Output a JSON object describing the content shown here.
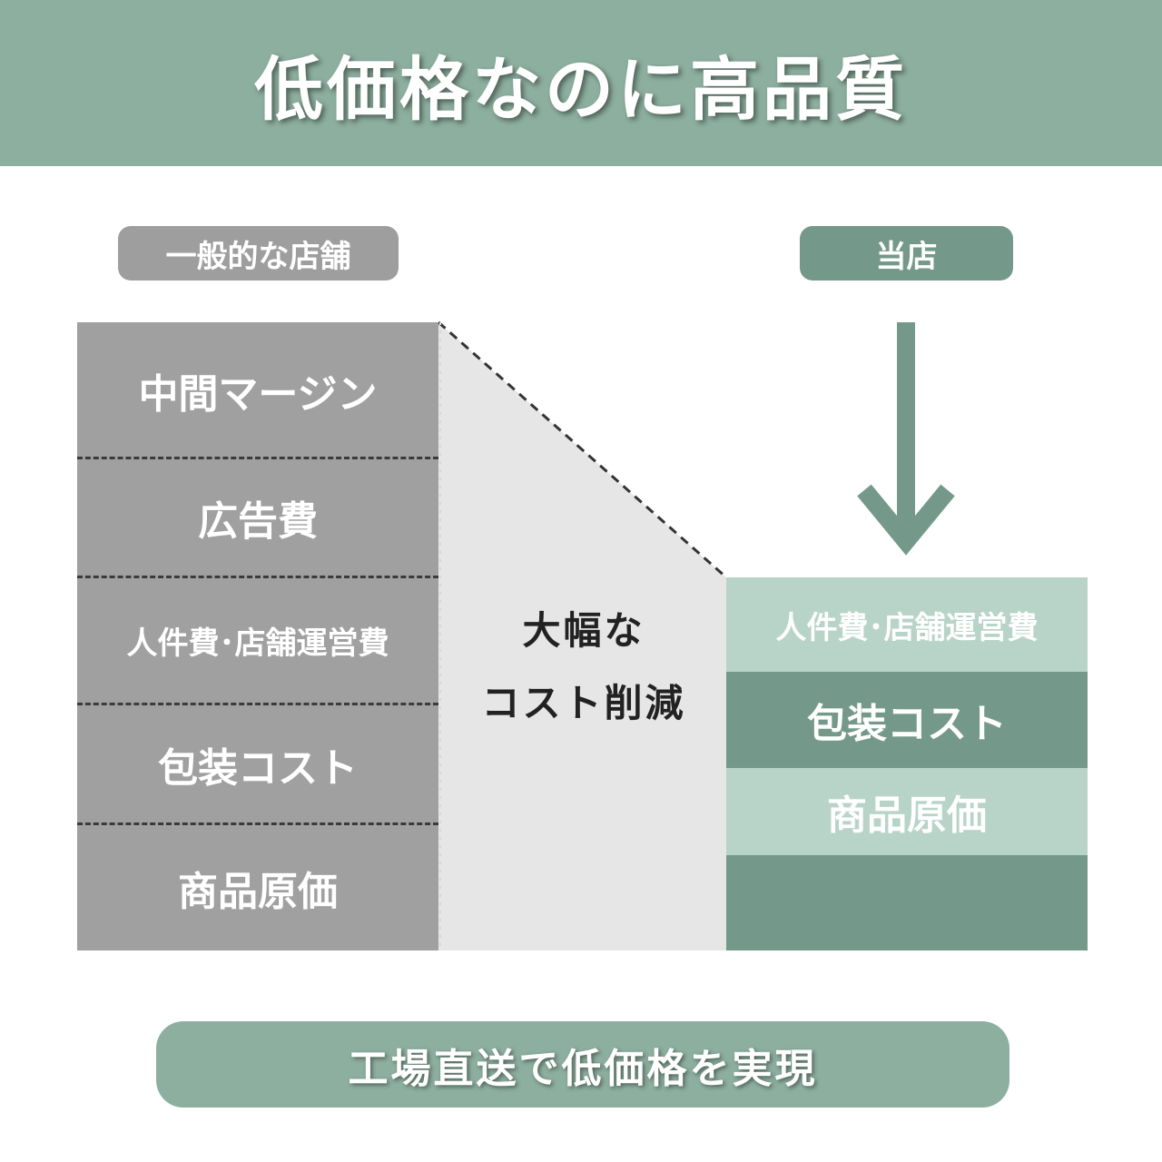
{
  "header": {
    "title": "低価格なのに高品質"
  },
  "labels": {
    "general_store": "一般的な店舗",
    "our_store": "当店"
  },
  "left_stack": {
    "items": [
      "中間マージン",
      "広告費",
      "人件費･店舗運営費",
      "包装コスト",
      "商品原価"
    ]
  },
  "middle": {
    "line1": "大幅な",
    "line2": "コスト削減"
  },
  "right_stack": {
    "items": [
      "人件費･店舗運営費",
      "包装コスト",
      "商品原価"
    ]
  },
  "footer": {
    "text": "工場直送で低価格を実現"
  },
  "colors": {
    "header_bg": "#8daf9f",
    "gray_block": "#a0a0a0",
    "cut_area": "#e6e6e6",
    "green_dark": "#74998a",
    "green_light": "#b8d4c8"
  }
}
